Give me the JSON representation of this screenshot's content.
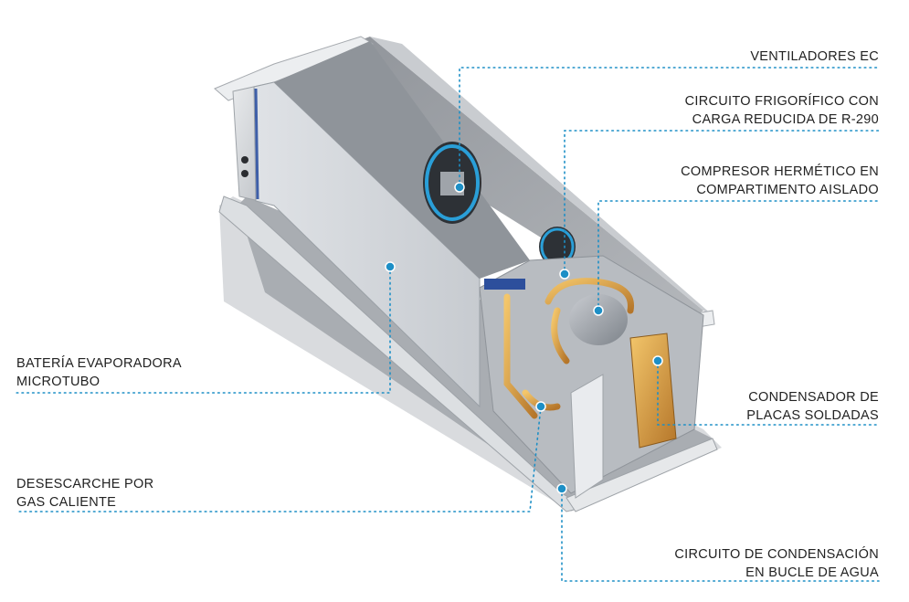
{
  "colors": {
    "leader": "#1d8fc6",
    "dot": "#1d8fc6",
    "text": "#222222"
  },
  "labels": {
    "ventiladores": {
      "lines": [
        "VENTILADORES EC"
      ]
    },
    "circuito_frigorifico": {
      "lines": [
        "CIRCUITO FRIGORÍFICO CON",
        "CARGA REDUCIDA DE R-290"
      ]
    },
    "compresor": {
      "lines": [
        "COMPRESOR HERMÉTICO EN",
        "COMPARTIMENTO AISLADO"
      ]
    },
    "bateria": {
      "lines": [
        "BATERÍA EVAPORADORA",
        "MICROTUBO"
      ]
    },
    "condensador": {
      "lines": [
        "CONDENSADOR DE",
        "PLACAS SOLDADAS"
      ]
    },
    "desescarche": {
      "lines": [
        "DESESCARCHE POR",
        "GAS CALIENTE"
      ]
    },
    "circuito_condensacion": {
      "lines": [
        "CIRCUITO DE CONDENSACIÓN",
        "EN BUCLE DE AGUA"
      ]
    }
  }
}
